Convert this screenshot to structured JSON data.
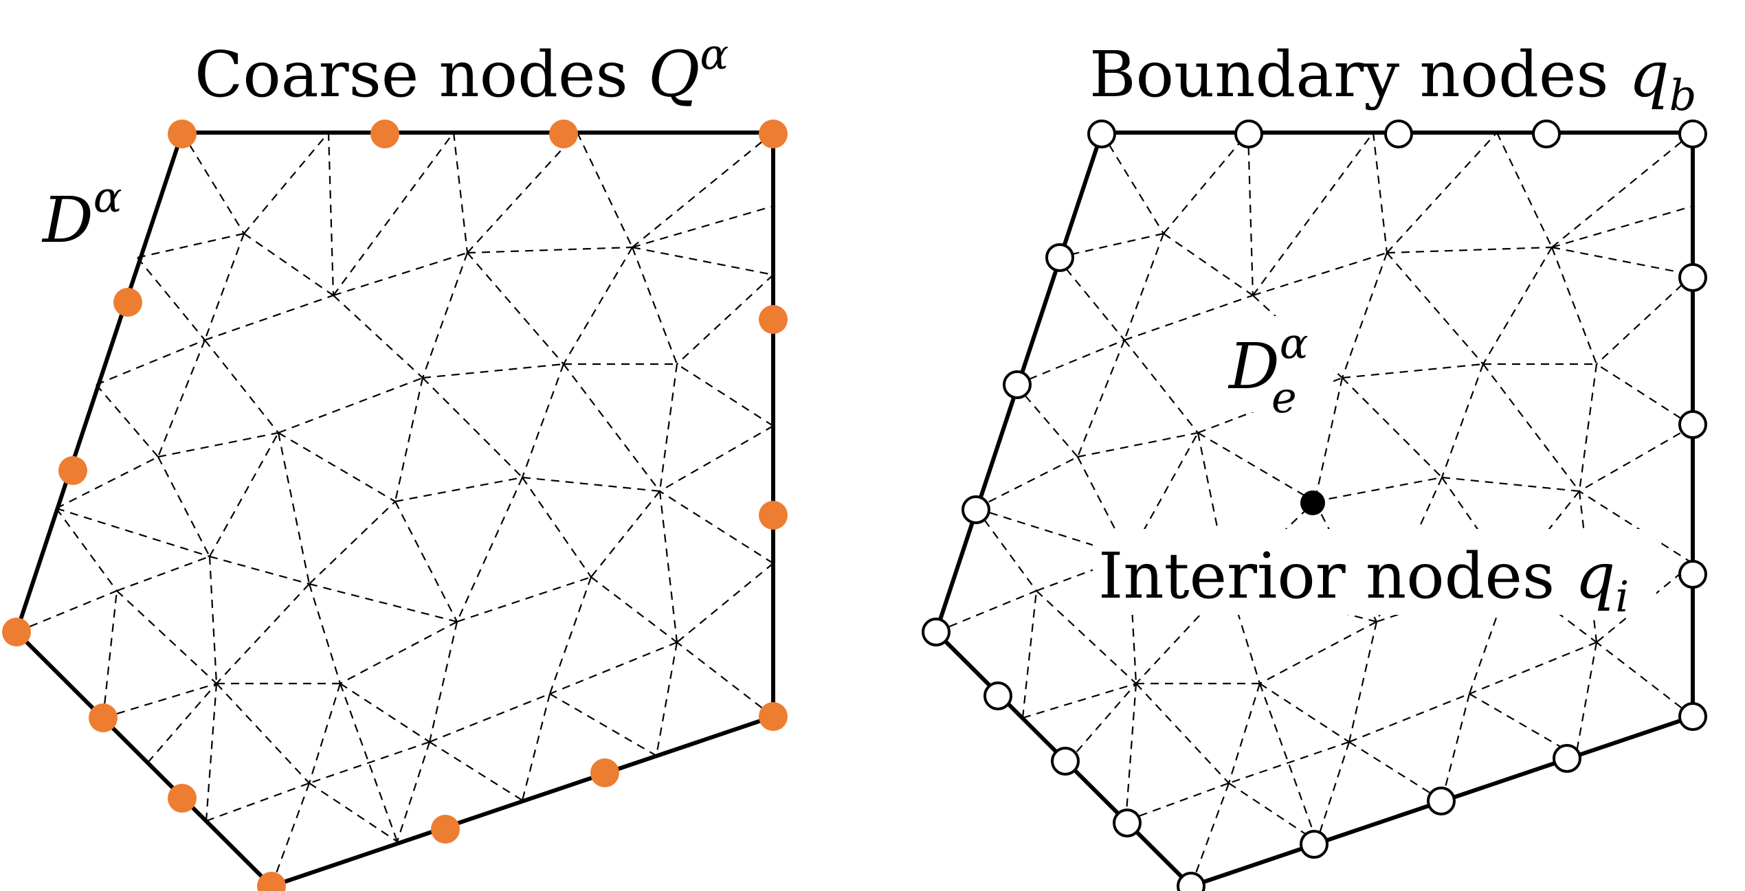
{
  "left_panel": {
    "title_text": "Coarse nodes ",
    "title_symbol": "Q",
    "title_superscript": "α",
    "domain_symbol": "D",
    "domain_superscript": "α",
    "node_color": "#ED7D31"
  },
  "right_panel": {
    "boundary_text": "Boundary nodes ",
    "boundary_symbol": "q",
    "boundary_subscript": "b",
    "element_symbol": "D",
    "element_superscript": "α",
    "element_subscript": "e",
    "interior_text": "Interior nodes ",
    "interior_symbol": "q",
    "interior_subscript": "i",
    "boundary_node_fill": "#FFFFFF",
    "interior_node_fill": "#000000"
  }
}
